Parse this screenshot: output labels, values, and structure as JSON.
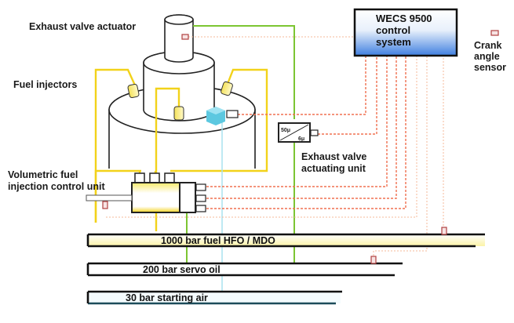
{
  "diagram": {
    "type": "schematic",
    "labels": {
      "exhaust_valve_actuator": "Exhaust valve actuator",
      "fuel_injectors": "Fuel injectors",
      "volumetric_unit_line1": "Volumetric fuel",
      "volumetric_unit_line2": "injection control unit",
      "exhaust_actuating_line1": "Exhaust valve",
      "exhaust_actuating_line2": "actuating unit",
      "crank_line1": "Crank",
      "crank_line2": "angle",
      "crank_line3": "sensor"
    },
    "control_system": {
      "line1": "WECS 9500",
      "line2": "control",
      "line3": "system",
      "gradient_top": "#ffffff",
      "gradient_bottom": "#3f7fe0"
    },
    "actuating_unit_glyph": {
      "top": "50μ",
      "bottom": "6μ"
    },
    "rails": [
      {
        "label": "1000 bar fuel HFO / MDO",
        "medium": "fuel"
      },
      {
        "label": "200 bar servo oil",
        "medium": "servo oil"
      },
      {
        "label": "30 bar starting air",
        "medium": "starting air"
      }
    ],
    "colors": {
      "fuel_line": "#f2d21a",
      "servo_oil_line": "#7cc532",
      "starting_air_line": "#a8e2ef",
      "signal_line": "#f07050",
      "control_box_accent": "#3f7fe0"
    }
  }
}
